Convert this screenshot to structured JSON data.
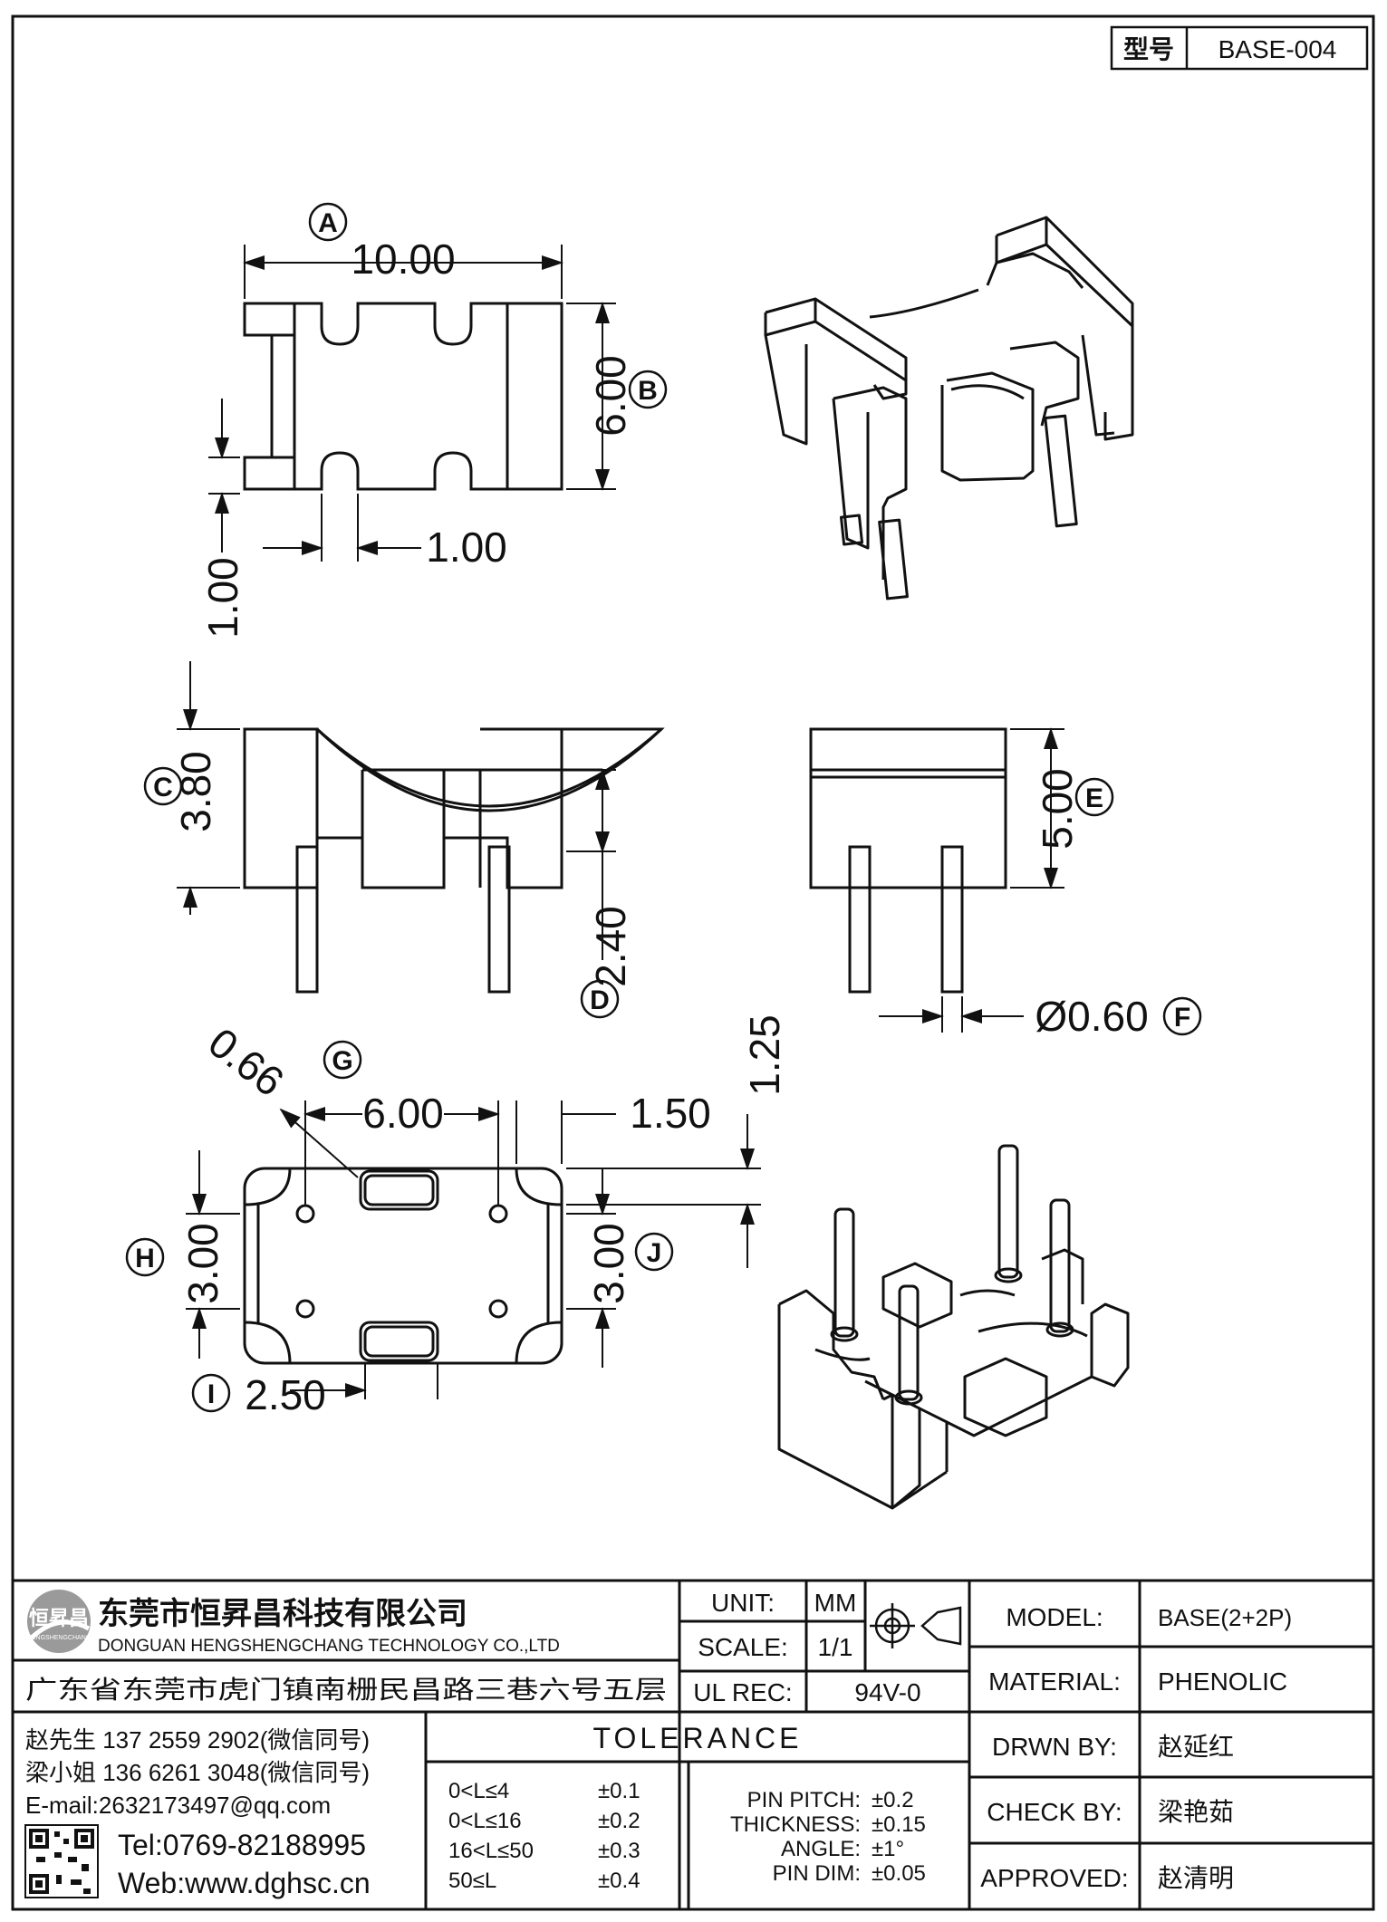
{
  "model_box": {
    "label": "型号",
    "value": "BASE-004"
  },
  "dimensions": {
    "A": {
      "tag": "A",
      "value": "10.00"
    },
    "B": {
      "tag": "B",
      "value": "6.00"
    },
    "slot_w": "1.00",
    "slot_d": "1.00",
    "C": {
      "tag": "C",
      "value": "3.80"
    },
    "D": {
      "tag": "D",
      "value": "2.40"
    },
    "E": {
      "tag": "E",
      "value": "5.00"
    },
    "F": {
      "tag": "F",
      "value": "Ø0.60"
    },
    "G": {
      "tag": "G",
      "value": "6.00"
    },
    "hole": "0.66",
    "edge_x": "1.50",
    "edge_y": "1.25",
    "H": {
      "tag": "H",
      "value": "3.00"
    },
    "J": {
      "tag": "J",
      "value": "3.00"
    },
    "I": {
      "tag": "I",
      "value": "2.50"
    }
  },
  "company": {
    "logo_text": "恒昇昌",
    "logo_sub": "HENGSHENGCHANG",
    "name_cn": "东莞市恒昇昌科技有限公司",
    "name_en": "DONGUAN HENGSHENGCHANG TECHNOLOGY CO.,LTD",
    "address": "广东省东莞市虎门镇南栅民昌路三巷六号五层",
    "contact1": "赵先生 137 2559 2902(微信同号)",
    "contact2": "梁小姐 136 6261 3048(微信同号)",
    "email": "E-mail:2632173497@qq.com",
    "tel": "Tel:0769-82188995",
    "web": "Web:www.dghsc.cn"
  },
  "specs": {
    "unit_label": "UNIT:",
    "unit_value": "MM",
    "scale_label": "SCALE:",
    "scale_value": "1/1",
    "ul_label": "UL REC:",
    "ul_value": "94V-0"
  },
  "tolerance": {
    "title": "TOLERANCE",
    "ranges": [
      {
        "range": "0<L≤4",
        "tol": "±0.1"
      },
      {
        "range": "0<L≤16",
        "tol": "±0.2"
      },
      {
        "range": "16<L≤50",
        "tol": "±0.3"
      },
      {
        "range": "50≤L",
        "tol": "±0.4"
      }
    ],
    "misc": [
      {
        "label": "PIN PITCH:",
        "tol": "±0.2"
      },
      {
        "label": "THICKNESS:",
        "tol": "±0.15"
      },
      {
        "label": "ANGLE:",
        "tol": "±1°"
      },
      {
        "label": "PIN DIM:",
        "tol": "±0.05"
      }
    ]
  },
  "info": [
    {
      "label": "MODEL:",
      "value": "BASE(2+2P)"
    },
    {
      "label": "MATERIAL:",
      "value": "PHENOLIC"
    },
    {
      "label": "DRWN BY:",
      "value": "赵延红"
    },
    {
      "label": "CHECK BY:",
      "value": "梁艳茹"
    },
    {
      "label": "APPROVED:",
      "value": "赵清明"
    }
  ]
}
